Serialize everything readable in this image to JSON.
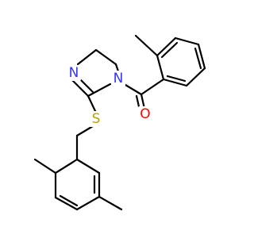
{
  "diagram": {
    "type": "chemical-structure",
    "atoms": {
      "imine_nitrogen": {
        "label": "N",
        "color": "#3333ff"
      },
      "amide_nitrogen": {
        "label": "N",
        "color": "#3333ff"
      },
      "sulfur": {
        "label": "S",
        "color": "#b8a100"
      },
      "carbonyl_oxygen": {
        "label": "O",
        "color": "#ff0000"
      }
    }
  }
}
